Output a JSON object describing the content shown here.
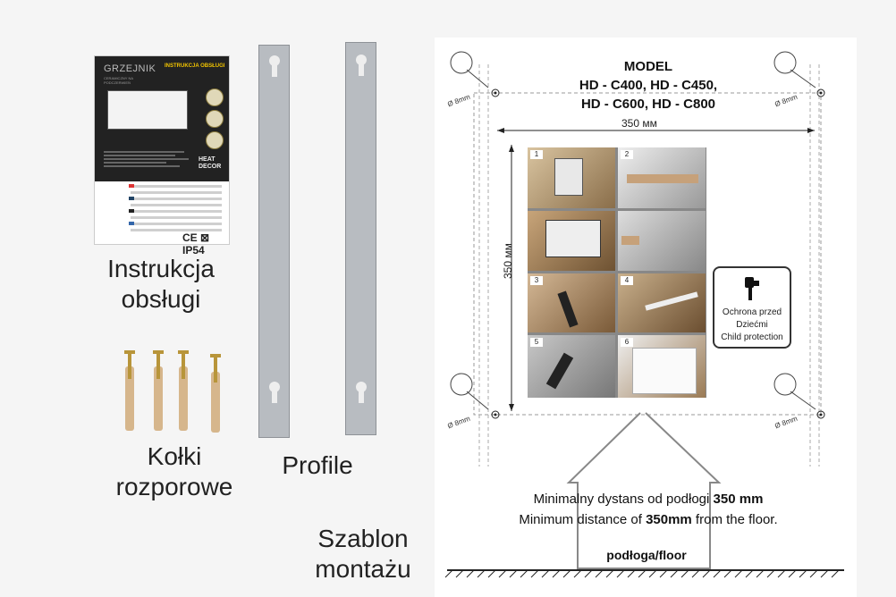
{
  "manual": {
    "brand": "GRZEJNIK",
    "brand_sub": "CERAMICZNY NA PODCZERWIEŃ",
    "instruction_header": "INSTRUKCJA OBSŁUGI",
    "logo": "HEAT DECOR",
    "marks": "CE ⊠ IP54"
  },
  "captions": {
    "manual": [
      "Instrukcja",
      "obsługi"
    ],
    "dowels": [
      "Kołki",
      "rozporowe"
    ],
    "profiles": "Profile",
    "template": [
      "Szablon",
      "montażu"
    ]
  },
  "template": {
    "model_title": "MODEL",
    "models": [
      "HD - C400, HD - C450,",
      "HD - C600, HD - C800"
    ],
    "width_dim": "350 мм",
    "height_dim": "350 мм",
    "drill_label": "Ø 8mm",
    "steps": [
      "1",
      "2",
      "3",
      "4",
      "5",
      "6"
    ],
    "child_protection": [
      "Ochrona przed",
      "Dziećmi",
      "Child protection"
    ],
    "min_distance_pl_prefix": "Minimalny dystans od podłogi ",
    "min_distance_pl_value": "350 mm",
    "min_distance_en_prefix": "Minimum distance of ",
    "min_distance_en_value": "350mm",
    "min_distance_en_suffix": " from the floor.",
    "floor_label": "podłoga/floor"
  },
  "colors": {
    "background": "#f5f5f5",
    "profile": "#b8bcc1",
    "dowel": "#d6b68c",
    "screw": "#b8953a",
    "manual_dark": "#222222",
    "accent_yellow": "#f2c400"
  }
}
